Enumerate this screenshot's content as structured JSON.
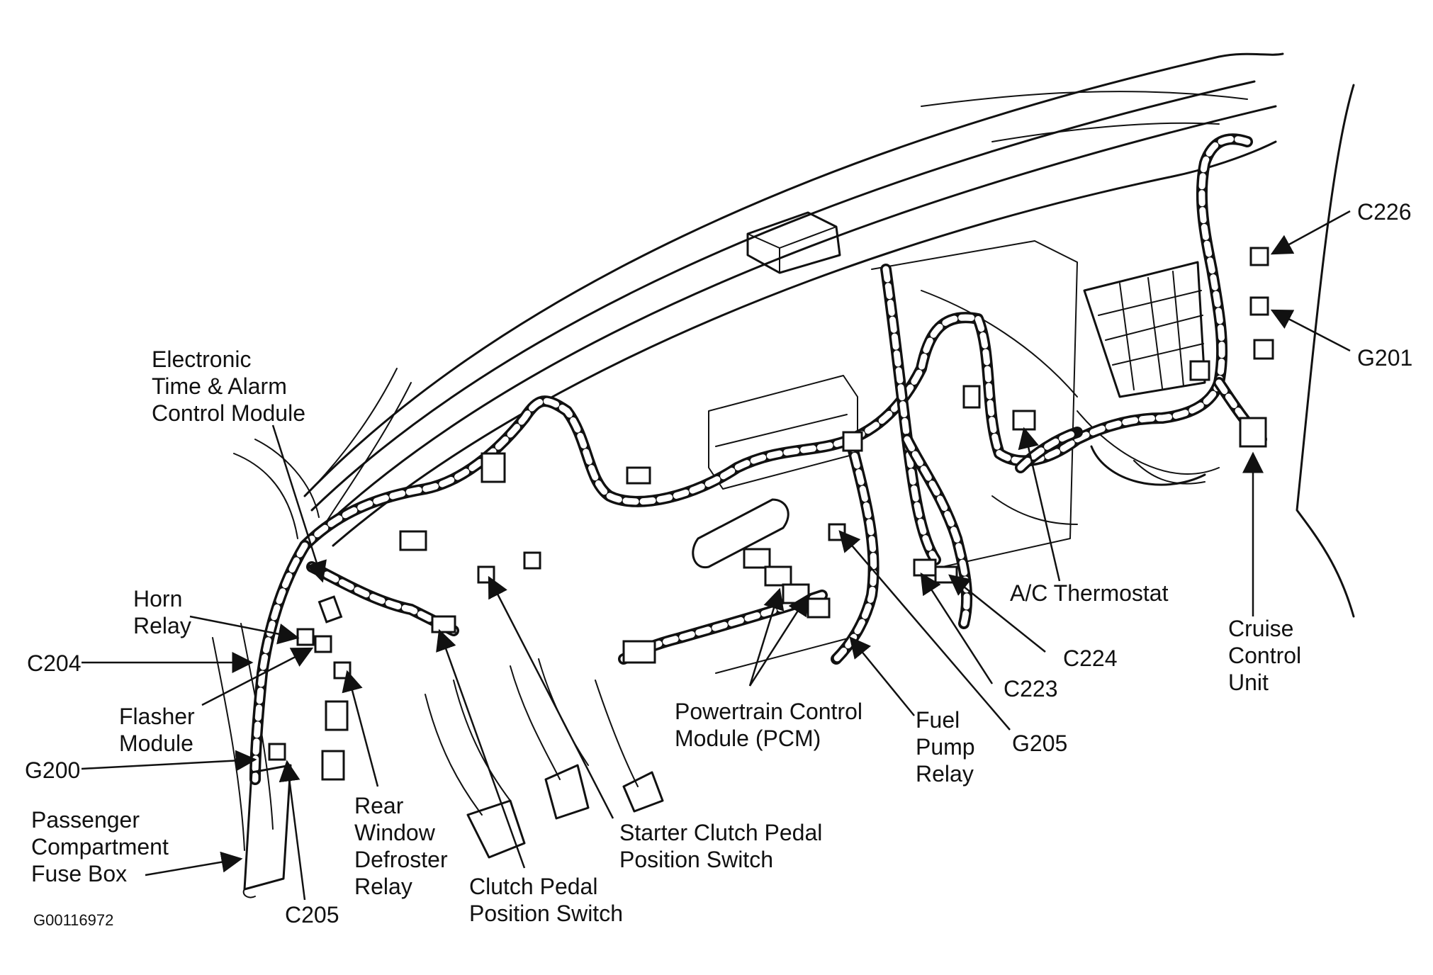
{
  "labels": {
    "electronic_time_alarm": [
      "Electronic",
      "Time & Alarm",
      "Control Module"
    ],
    "horn_relay": [
      "Horn",
      "Relay"
    ],
    "c204": "C204",
    "flasher_module": [
      "Flasher",
      "Module"
    ],
    "g200": "G200",
    "passenger_fuse_box": [
      "Passenger",
      "Compartment",
      "Fuse Box"
    ],
    "c205": "C205",
    "rear_window_defroster": [
      "Rear",
      "Window",
      "Defroster",
      "Relay"
    ],
    "clutch_pedal_switch": [
      "Clutch Pedal",
      "Position Switch"
    ],
    "starter_clutch_switch": [
      "Starter Clutch Pedal",
      "Position Switch"
    ],
    "pcm": [
      "Powertrain Control",
      "Module (PCM)"
    ],
    "fuel_pump_relay": [
      "Fuel",
      "Pump",
      "Relay"
    ],
    "g205": "G205",
    "c223": "C223",
    "c224": "C224",
    "ac_thermostat": "A/C Thermostat",
    "cruise_control": [
      "Cruise",
      "Control",
      "Unit"
    ],
    "c226": "C226",
    "g201": "G201"
  },
  "figure_code": "G00116972"
}
